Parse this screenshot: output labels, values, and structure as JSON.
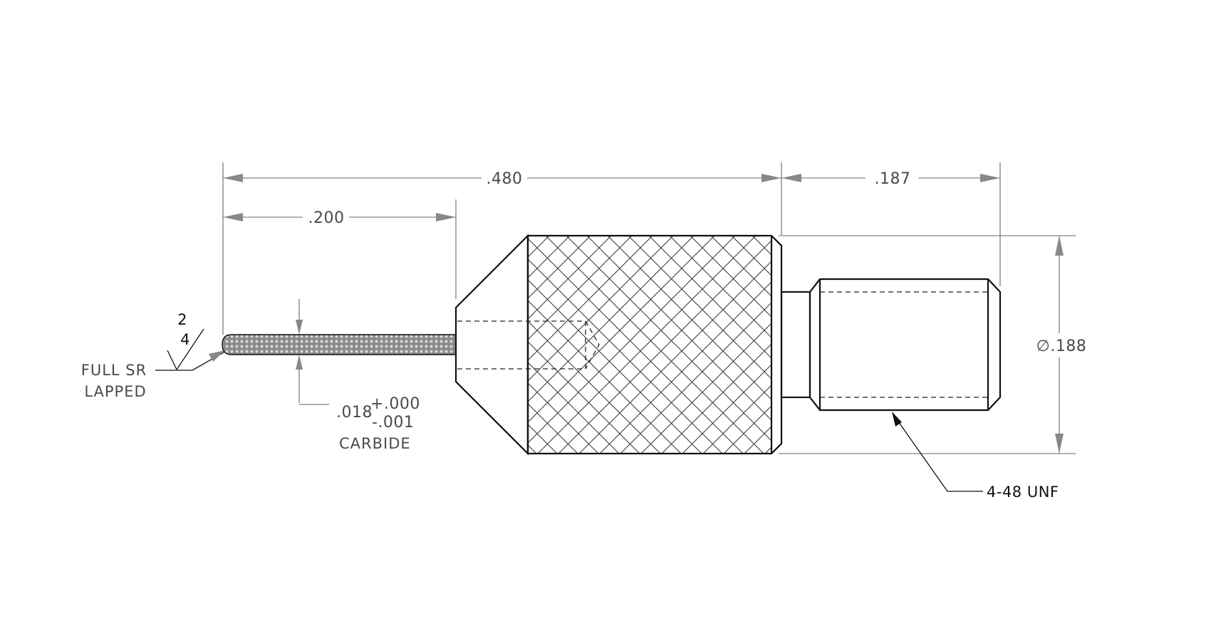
{
  "dimensions": {
    "overall_length": ".480",
    "tip_length": ".200",
    "thread_length": ".187",
    "diameter": ".188",
    "diameter_symbol": "∅",
    "tip_diameter": ".018",
    "tip_tol_plus": "+.000",
    "tip_tol_minus": "-.001"
  },
  "notes": {
    "surface_top": "2",
    "surface_bottom": "4",
    "tip_finish_line1": "FULL SR",
    "tip_finish_line2": "LAPPED",
    "tip_material": "CARBIDE",
    "thread_spec": "4-48 UNF"
  },
  "colors": {
    "line": "#111111",
    "dimension": "#888888",
    "text": "#4a4a4a"
  }
}
